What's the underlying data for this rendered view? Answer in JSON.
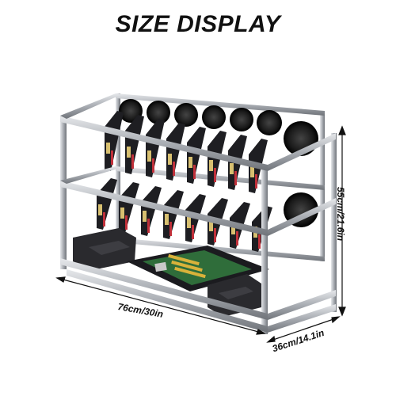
{
  "title": "SIZE DISPLAY",
  "dimensions": {
    "width_label": "76cm/30in",
    "depth_label": "36cm/14.1in",
    "height_label": "55cm/21.6in"
  },
  "colors": {
    "frame": "#b8bcc2",
    "frame_dark": "#7d8188",
    "gpu": "#1e1e22",
    "gpu_accent": "#c0303a",
    "psu": "#2a2a2e",
    "motherboard": "#2f6d3a",
    "dimension_line": "#111111"
  }
}
